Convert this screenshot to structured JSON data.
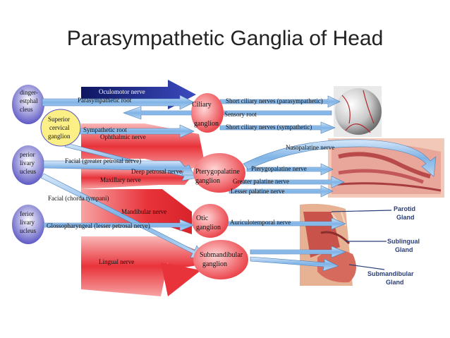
{
  "title": "Parasympathetic Ganglia of Head",
  "nuclei": {
    "edinger": [
      "dinger-",
      "estphal",
      "cleus"
    ],
    "superior_cervical": [
      "Superior",
      "cervical",
      "ganglion"
    ],
    "superior_salivary": [
      "perior",
      "livary",
      "ucleus"
    ],
    "inferior_salivary": [
      "ferior",
      "livary",
      "ucleus"
    ]
  },
  "ganglia": {
    "ciliary": [
      "Ciliary",
      "ganglion"
    ],
    "pterygopalatine": [
      "Pterygopalatine",
      "ganglion"
    ],
    "otic": [
      "Otic",
      "ganglion"
    ],
    "submandibular": [
      "Submandibular",
      "ganglion"
    ]
  },
  "nerves": {
    "oculomotor": "Oculomotor nerve",
    "parasympathetic_root": "Parasympathetic root",
    "sympathetic_root": "Sympathetic root",
    "ophthalmic": "Ophthalmic nerve",
    "short_ciliary_para": "Short ciliary nerves (parasympathetic)",
    "sensory_root": "Sensory root",
    "short_ciliary_symp": "Short ciliary nerves (sympathetic)",
    "nasopalatine": "Nasopalatine nerve",
    "facial_gpn": "Facial (greater petrosal nerve)",
    "deep_petrosal": "Deep petrosal nerve",
    "maxillary": "Maxillary nerve",
    "pterygopalatine_n": "Pterygopalatine nerve",
    "greater_palatine": "Greater palatine nerve",
    "lesser_palatine": "Lesser palatine nerve",
    "chorda": "Facial (chorda tympani)",
    "mandibular": "Mandibular nerve",
    "glossopharyngeal": "Glossopharyngeal (lesser petrosal nerve)",
    "auriculotemporal": "Auriculotemporal nerve",
    "lingual": "Lingual nerve"
  },
  "glands": {
    "parotid": [
      "Parotid",
      "Gland"
    ],
    "sublingual": [
      "Sublingual",
      "Gland"
    ],
    "submandibular": [
      "Submandibular",
      "Gland"
    ]
  },
  "colors": {
    "red": "#e8333a",
    "red_light": "#f7a3a3",
    "blue_arrow": "#7fb3e6",
    "blue_dark": "#1f2a8a",
    "nucleus": "#6a66c9",
    "gland_label": "#2a3e7a"
  }
}
